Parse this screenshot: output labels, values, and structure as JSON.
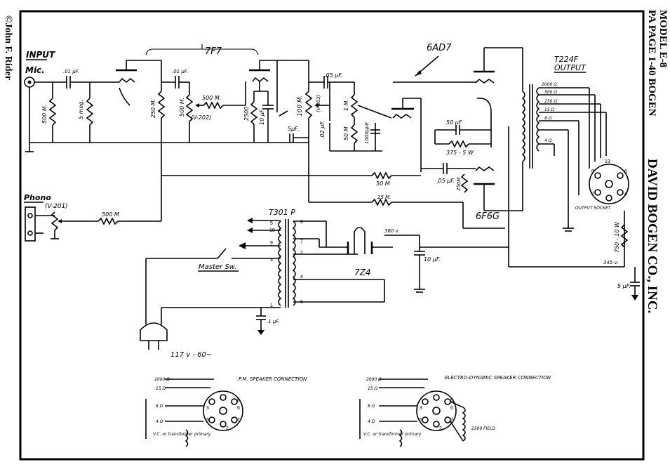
{
  "side_labels": {
    "rider": "©John F. Rider",
    "page": "PA PAGE 1-40 BOGEN",
    "model": "MODEL E-8",
    "company": "DAVID BOGEN CO., INC."
  },
  "labels": {
    "input": "INPUT",
    "mic": "Mic.",
    "phono": "Phono",
    "v201": "(V-201)",
    "tube_7f7": "7F7",
    "tube_6ad7": "6AD7",
    "tube_6f6g": "6F6G",
    "tube_7z4": "7Z4",
    "t224f": "T224F",
    "output": "OUTPUT",
    "t301p": "T301 P",
    "master_sw": "Master Sw.",
    "line": "117 v - 60~",
    "output_socket": "OUTPUT SOCKET",
    "pm_speaker": "P.M. SPEAKER CONNECTION",
    "em_speaker": "ELECTRO-DYNAMIC SPEAKER CONNECTION",
    "vc_primary_1": "V.C. or transformer primary",
    "vc_primary_2": "V.C. or transformer primary",
    "field": "2500 FIELD"
  },
  "components": {
    "c_mic": ".01 µF.",
    "r_mic1": "500 M.",
    "r_mic2": "5 meg.",
    "r_250m": "250 M.",
    "c_01": ".01 µF.",
    "r_500m_v202": "500 M.",
    "v202": "(V-202)",
    "r_500m_series": "500 M.",
    "r_2500": "2500",
    "c_10": "10 µF.",
    "c_5": "5µF.",
    "r_100m": "100 M.",
    "v203": "(V-203)",
    "c_05": ".05 µF.",
    "c_02": ".02 µF.",
    "r_1m": "1 M.",
    "r_50m_a": "50 M",
    "c_1000": "1000µµF.",
    "c_50uf": "50 µF.",
    "r_375": "375 - 5 W",
    "c_05b": ".05 µF.",
    "r_250m_b": "250M",
    "r_50m": "50 M",
    "r_25m": "25 M.",
    "r_500m_phono": "500 M",
    "v_360": "360 v.",
    "c_10b": "10 µF.",
    "c_1": ".1 µF.",
    "r_750": "750 - 10 W",
    "v_345": "345 v.",
    "c_5b": "5 µF."
  },
  "transformer_pins_t301p": [
    "5",
    "10",
    "9",
    "3",
    "1",
    "8",
    "7",
    "2",
    "4",
    "6"
  ],
  "socket_pins": [
    "8",
    "13",
    "2",
    "6",
    "4"
  ],
  "pm_rows": [
    "2000 Ω",
    "15 Ω",
    "8 Ω",
    "4 Ω"
  ],
  "pm_pins": [
    "3",
    "6",
    "8",
    "7",
    "5",
    "2"
  ],
  "em_rows": [
    "2000 Ω",
    "15 Ω",
    "8 Ω",
    "4 Ω"
  ],
  "em_pins": [
    "3",
    "6",
    "8",
    "7",
    "5",
    "2"
  ],
  "t224f_taps": [
    "2000 Ω",
    "500 Ω",
    "250 Ω",
    "15 Ω",
    "8 Ω",
    "4 Ω"
  ]
}
